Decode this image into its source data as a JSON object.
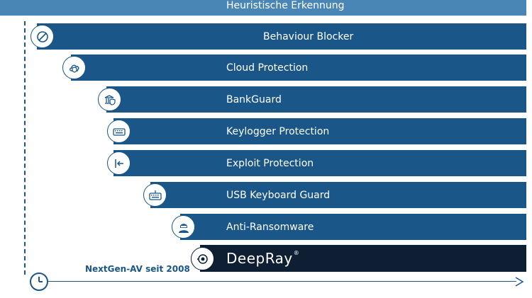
{
  "header": {
    "label": "Heuristische Erkennung"
  },
  "layers": [
    {
      "label": "Behaviour Blocker",
      "icon": "prohibited-circle-icon"
    },
    {
      "label": "Cloud Protection",
      "icon": "cloud-shield-icon"
    },
    {
      "label": "BankGuard",
      "icon": "bank-shield-icon"
    },
    {
      "label": "Keylogger Protection",
      "icon": "keyboard-icon"
    },
    {
      "label": "Exploit Protection",
      "icon": "exploit-arrow-icon"
    },
    {
      "label": "USB Keyboard Guard",
      "icon": "usb-keyboard-icon"
    },
    {
      "label": "Anti-Ransomware",
      "icon": "hacker-icon"
    }
  ],
  "deepray": {
    "label": "DeepRay",
    "mark": "®",
    "icon": "deepray-eye-icon"
  },
  "timeline": {
    "caption": "NextGen-AV seit 2008",
    "icon": "clock-icon"
  },
  "colors": {
    "bar": "#1a5688",
    "top_bar": "#4a86b5",
    "dark_bar": "#0e1f33"
  }
}
